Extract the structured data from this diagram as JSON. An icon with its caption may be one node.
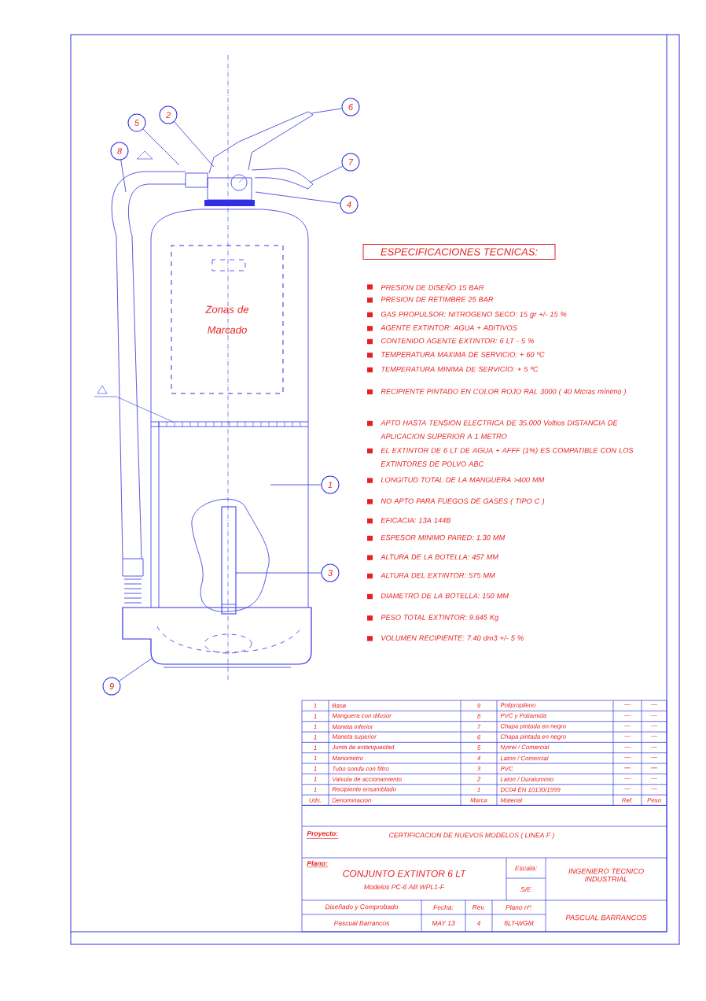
{
  "diagram": {
    "nodes": [
      {
        "text": [
          "ESPECIFICACIONES TECNICAS:"
        ]
      },
      {
        "text": [
          "Zonas de Marcado"
        ]
      },
      {
        "text": [
          "1"
        ]
      },
      {
        "text": [
          "2"
        ]
      },
      {
        "text": [
          "3"
        ]
      },
      {
        "text": [
          "4"
        ]
      },
      {
        "text": [
          "5"
        ]
      },
      {
        "text": [
          "6"
        ]
      },
      {
        "text": [
          "7"
        ]
      },
      {
        "text": [
          "8"
        ]
      },
      {
        "text": [
          "9"
        ]
      }
    ],
    "edges": [
      {
        "from": 2,
        "to": null,
        "arrow": "none"
      },
      {
        "from": 3,
        "to": null,
        "arrow": "none"
      },
      {
        "from": 4,
        "to": null,
        "arrow": "none"
      },
      {
        "from": 5,
        "to": null,
        "arrow": "none"
      },
      {
        "from": 6,
        "to": null,
        "arrow": "none"
      },
      {
        "from": 7,
        "to": null,
        "arrow": "none"
      },
      {
        "from": 8,
        "to": null,
        "arrow": "none"
      },
      {
        "from": 9,
        "to": null,
        "arrow": "none"
      },
      {
        "from": 10,
        "to": null,
        "arrow": "none"
      }
    ],
    "labels": [
      "PRESION DE DISEÑO 15 BAR",
      "PRESION DE RETIMBRE 25 BAR",
      "GAS PROPULSOR: NITROGENO SECO: 15 gr +/- 15 %",
      "AGENTE EXTINTOR: AGUA + ADITIVOS",
      "CONTENIDO AGENTE EXTINTOR: 6 LT - 5 %",
      "TEMPERATURA MAXIMA DE SERVICIO: + 60 ºC",
      "TEMPERATURA MINIMA DE SERVICIO: + 5 ºC",
      "RECIPIENTE PINTADO EN COLOR ROJO RAL 3000 ( 40 Micras mínimo )",
      "APTO HASTA TENSION ELECTRICA DE 35.000 Voltios DISTANCIA DE APLICACION SUPERIOR A 1 METRO",
      "EL EXTINTOR DE 6 LT DE AGUA + AFFF (1%) ES COMPATIBLE CON LOS EXTINTORES DE POLVO ABC",
      "LONGITUD TOTAL DE LA MANGUERA >400 MM",
      "NO APTO PARA FUEGOS DE GASES ( TIPO C )",
      "EFICACIA: 13A 144B",
      "ESPESOR MINIMO PARED: 1.30 MM",
      "ALTURA DE LA BOTELLA: 457 MM",
      "ALTURA DEL EXTINTOR: 575 MM",
      "DIAMETRO DE LA BOTELLA: 150 MM",
      "PESO TOTAL EXTINTOR: 9.645 Kg",
      "VOLUMEN RECIPIENTE: 7.40 dm3 +/- 5 %",
      "1",
      "Base",
      "9",
      "Polipropileno",
      "—",
      "—",
      "1",
      "Manguera con difusor",
      "8",
      "PVC y Poliamida",
      "—",
      "—",
      "1",
      "Maneta inferior",
      "7",
      "Chapa pintada en negro",
      "—",
      "—",
      "1",
      "Maneta superior",
      "6",
      "Chapa pintada en negro",
      "—",
      "—",
      "1",
      "Junta de estanqueidad",
      "5",
      "Nytrel / Comercial",
      "—",
      "—",
      "1",
      "Manometro",
      "4",
      "Laton / Comercial",
      "—",
      "—",
      "1",
      "Tubo sonda con filtro",
      "3",
      "PVC",
      "—",
      "—",
      "1",
      "Valvula de accionamiento",
      "2",
      "Laton / Duraluminio",
      "—",
      "—",
      "1",
      "Recipiente ensamblado",
      "1",
      "DC04 EN 10130/1999",
      "—",
      "—",
      "Uds.",
      "Denominacion",
      "Marca",
      "Material",
      "Ref.",
      "Peso",
      "Proyecto:",
      "CERTIFICACION DE NUEVOS MODELOS ( LINEA F )",
      "Plano:",
      "CONJUNTO EXTINTOR 6 LT",
      "Modelos PC-6 AB WPL1-F",
      "Escala:",
      "S/E",
      "INGENIERO TECNICO INDUSTRIAL",
      "Diseñado y Comprobado",
      "Fecha:",
      "Rev.",
      "Plano nº:",
      "Pascual Barrancos",
      "MAY 13",
      "4",
      "6LT-WGM",
      "PASCUAL BARRANCOS"
    ]
  }
}
